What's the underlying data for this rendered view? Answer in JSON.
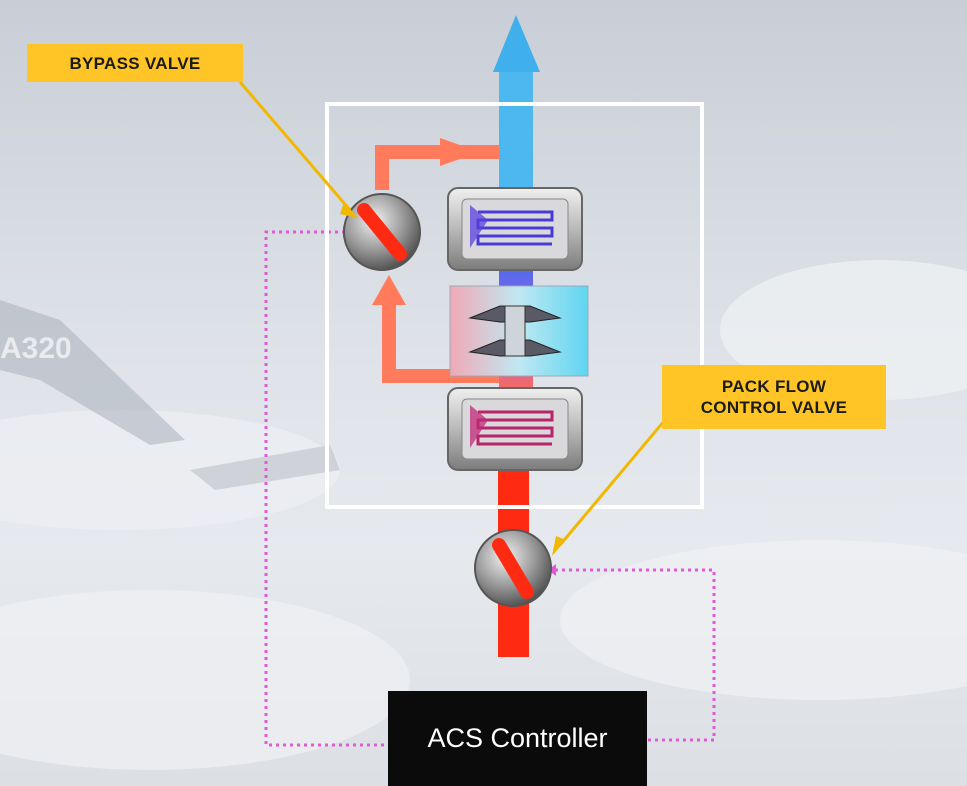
{
  "labels": {
    "bypass_valve": "BYPASS VALVE",
    "pack_flow_line1": "PACK FLOW",
    "pack_flow_line2": "CONTROL VALVE",
    "acs_controller": "ACS Controller"
  },
  "background_text": "A320",
  "colors": {
    "callout": "#ffc425",
    "hot_air": "#ff2a12",
    "warm_air": "#ff7b5c",
    "cold_air": "#4cb8ef",
    "signal_line": "#e05ad8",
    "pack_frame": "#ffffff",
    "controller": "#0b0b0b"
  },
  "icons": [
    "heat-exchanger-icon",
    "compressor-turbine-icon",
    "valve-icon"
  ]
}
